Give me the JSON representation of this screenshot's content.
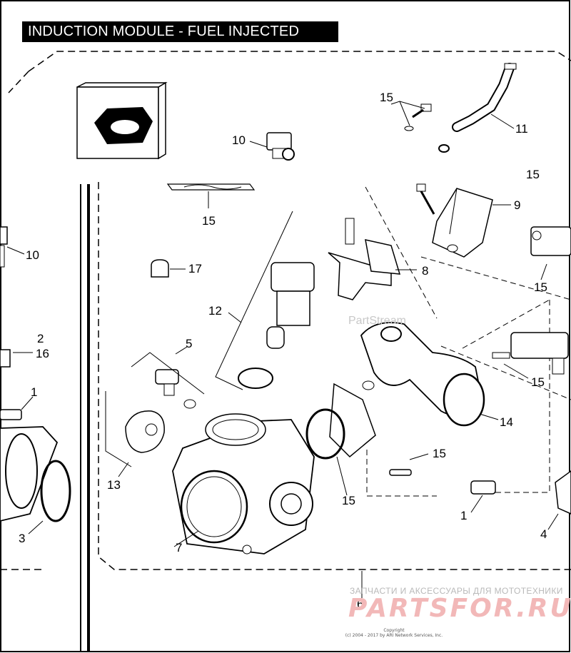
{
  "title": "INDUCTION MODULE - FUEL INJECTED",
  "watermark": "PartStream",
  "advert": {
    "tagline": "ЗАПЧАСТИ И АКСЕССУАРЫ ДЛЯ МОТОТЕХНИКИ",
    "logo": "PARTSFOR.RU"
  },
  "copyright": {
    "line1": "Copyright",
    "line2": "(c) 2004 - 2017 by ARI Network Services, Inc."
  },
  "callouts": {
    "c11": "11",
    "c15_top": "15",
    "c10_top": "10",
    "c15_tr": "15",
    "c9": "9",
    "c15_left": "15",
    "c10_left": "10",
    "c17": "17",
    "c8": "8",
    "c15_right": "15",
    "c12": "12",
    "c2": "2",
    "c16": "16",
    "c5": "5",
    "c15_mid": "15",
    "c1_left": "1",
    "c14": "14",
    "c13": "13",
    "c15_lower": "15",
    "c15_bottom": "15",
    "c1_right": "1",
    "c4": "4",
    "c3": "3",
    "c7": "7",
    "c6": "6"
  },
  "colors": {
    "ink": "#000000",
    "ad_red": "#f2b8b8",
    "watermark_gray": "#c8c8c8"
  }
}
